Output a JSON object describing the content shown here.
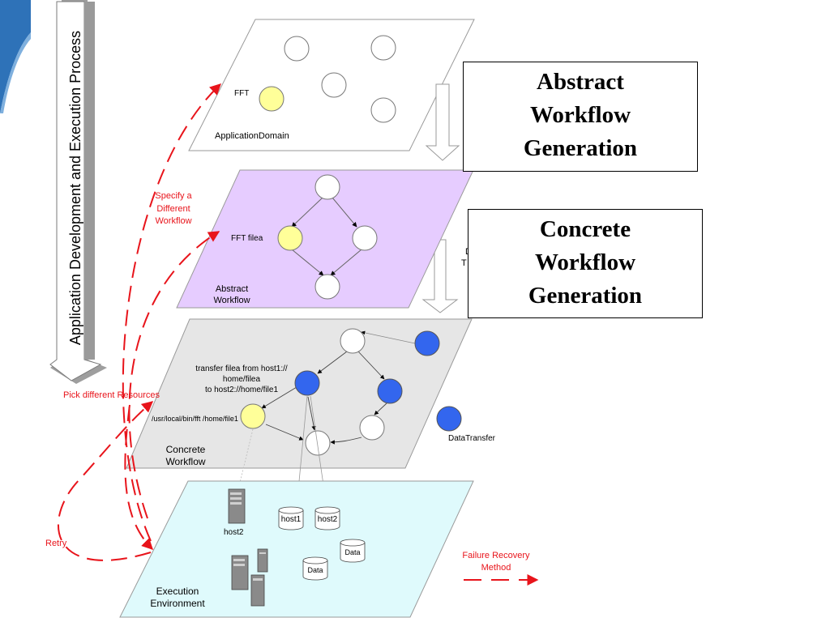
{
  "side_banner": {
    "text": "Application Development and Execution Process"
  },
  "layers": {
    "application_domain": {
      "label": "ApplicationDomain",
      "node_label": "FFT"
    },
    "abstract_workflow": {
      "label_lines": [
        "Abstract",
        "Workflow"
      ],
      "node_label": "FFT filea"
    },
    "concrete_workflow": {
      "label_lines": [
        "Concrete",
        "Workflow"
      ],
      "transfer_text_lines": [
        "transfer filea from host1://",
        "home/filea",
        "to host2://home/file1"
      ],
      "exec_text": "/usr/local/bin/fft /home/file1",
      "data_transfer_label": "DataTransfer"
    },
    "execution_environment": {
      "label_lines": [
        "Execution",
        "Environment"
      ],
      "host2_label": "host2",
      "data_host_labels": [
        "host1",
        "host2"
      ],
      "data_labels": [
        "Data",
        "Data"
      ]
    }
  },
  "boxes": {
    "abstract_generation": [
      "Abstract",
      "Workflow",
      "Generation"
    ],
    "concrete_generation": [
      "Concrete",
      "Workflow",
      "Generation"
    ]
  },
  "hidden_text_fragments": [
    "D",
    "T"
  ],
  "annotations": {
    "specify_lines": [
      "Specify a",
      "Different",
      "Workflow"
    ],
    "pick_resources": "Pick different Resources",
    "retry": "Retry",
    "failure_recovery_lines": [
      "Failure Recovery",
      "Method"
    ]
  },
  "colors": {
    "red": "#e8141b",
    "blue_node": "#3366ee",
    "yellow_node": "#ffff99",
    "abstract_fill": "#e6ccff",
    "concrete_fill": "#e6e6e6",
    "exec_fill": "#dffafc",
    "banner_blue": "#2e72b8"
  }
}
